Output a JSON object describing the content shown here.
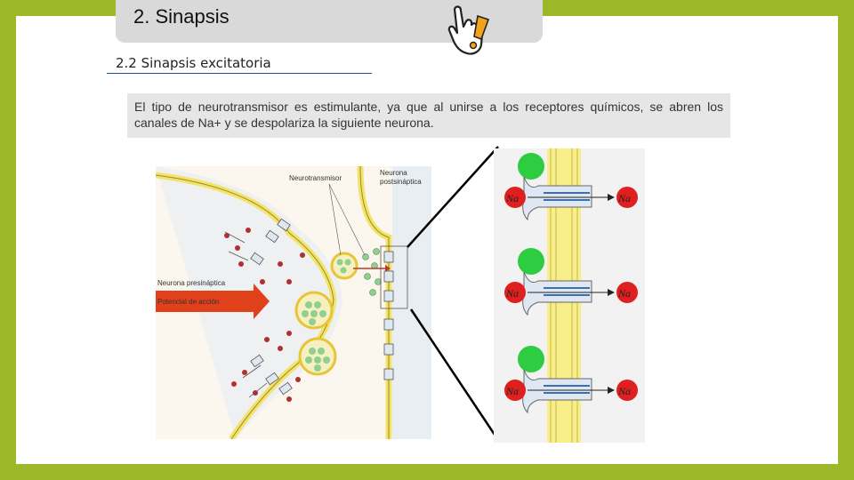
{
  "slide": {
    "title": "2. Sinapsis",
    "subtitle": "2.2 Sinapsis excitatoria",
    "body": "El tipo de neurotransmisor es estimulante, ya que al unirse a los receptores químicos, se abren los canales de Na+ y se despolariza la siguiente neurona."
  },
  "figure": {
    "label_neurotransmitter": "Neurotransmisor",
    "label_postsynaptic": [
      "Neurona",
      "postsináptica"
    ],
    "label_presynaptic": "Neurona presináptica",
    "label_action_potential": "Potencial de acción",
    "ion_label": "Na"
  },
  "colors": {
    "frame": "#9cb72a",
    "membrane": "#f3e36b",
    "receptor": "#2ecc40",
    "ion": "#e02020",
    "arrow": "#e0401a"
  },
  "icons": {
    "header_icon": "pointing-hand-icon"
  }
}
